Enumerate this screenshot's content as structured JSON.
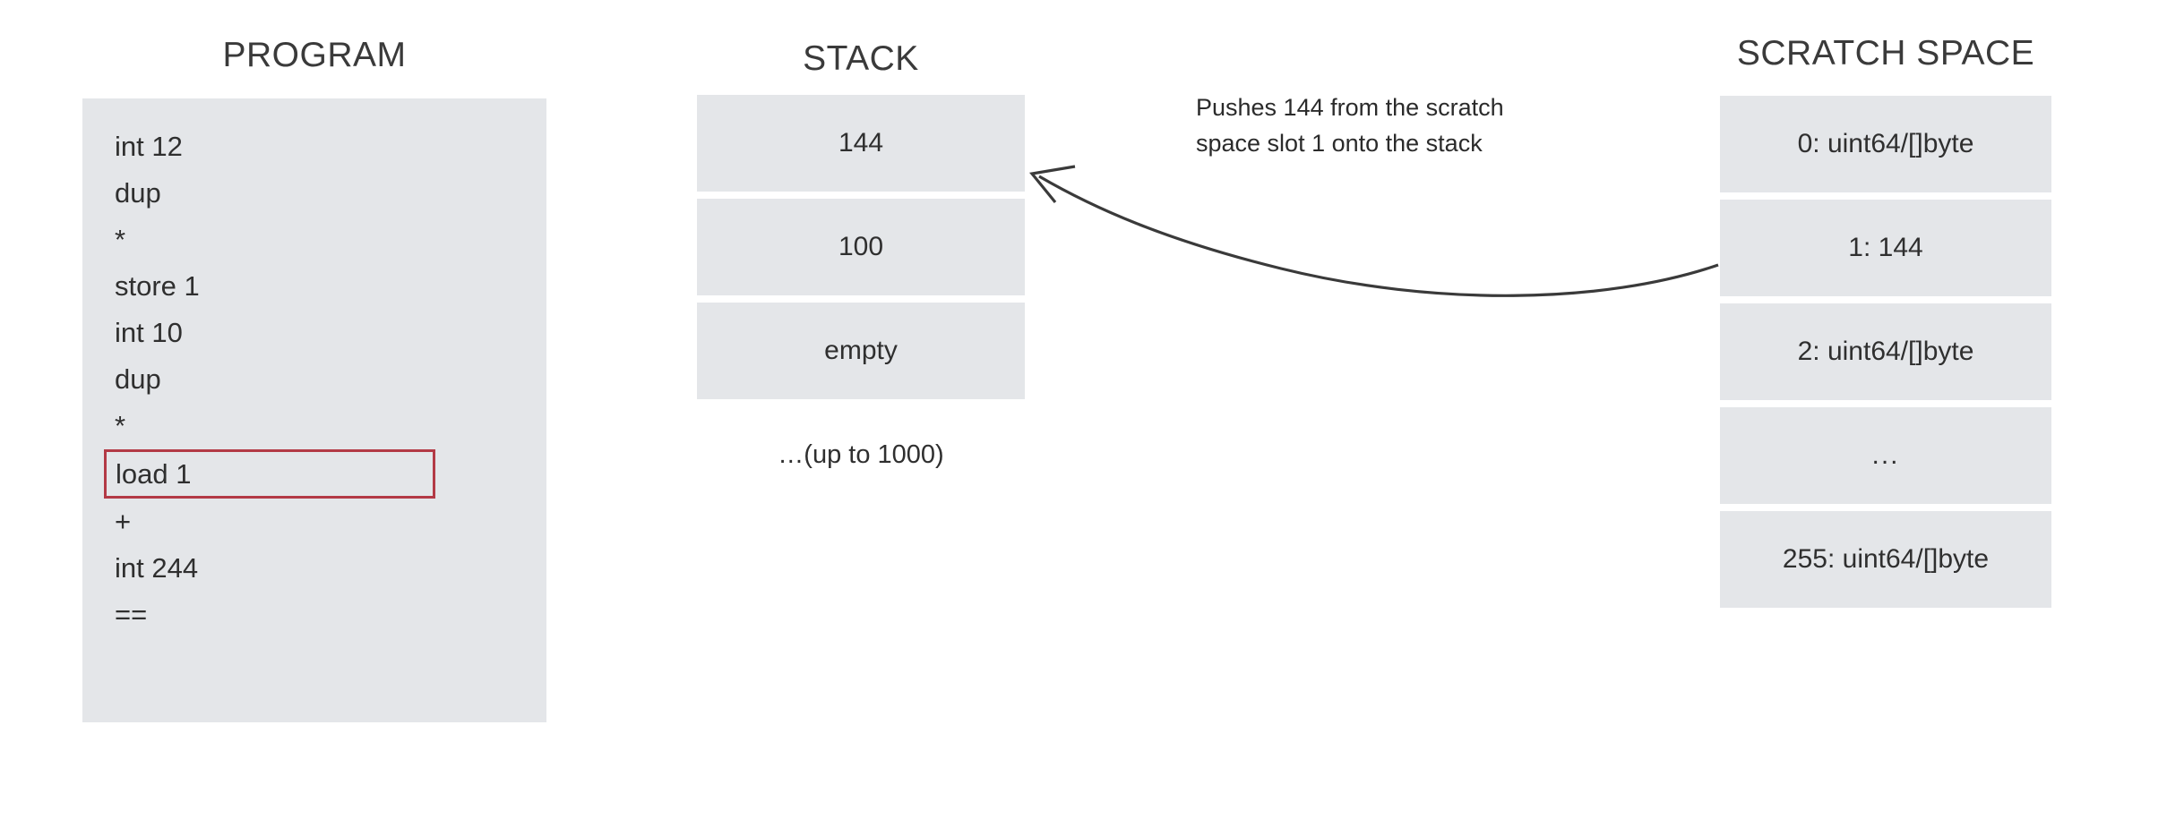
{
  "diagram": {
    "title_program": "PROGRAM",
    "title_stack": "STACK",
    "title_scratch": "SCRATCH SPACE",
    "accent_highlight_color": "#b33a46",
    "panel_fill_color": "#e4e6e9",
    "text_color": "#2f2f2f",
    "background_color": "#ffffff"
  },
  "program": {
    "lines": [
      {
        "text": "int 12",
        "highlighted": false
      },
      {
        "text": "dup",
        "highlighted": false
      },
      {
        "text": "*",
        "highlighted": false
      },
      {
        "text": "store 1",
        "highlighted": false
      },
      {
        "text": "int 10",
        "highlighted": false
      },
      {
        "text": "dup",
        "highlighted": false
      },
      {
        "text": "*",
        "highlighted": false
      },
      {
        "text": "load 1",
        "highlighted": true
      },
      {
        "text": "+",
        "highlighted": false
      },
      {
        "text": "int 244",
        "highlighted": false
      },
      {
        "text": "==",
        "highlighted": false
      }
    ]
  },
  "stack": {
    "cells": [
      {
        "value": "144"
      },
      {
        "value": "100"
      },
      {
        "value": "empty"
      }
    ],
    "more_label": "…(up to 1000)"
  },
  "scratch_space": {
    "cells": [
      {
        "value": "0: uint64/[]byte"
      },
      {
        "value": "1: 144"
      },
      {
        "value": "2: uint64/[]byte"
      },
      {
        "value": "..."
      },
      {
        "value": "255: uint64/[]byte"
      }
    ]
  },
  "annotation": {
    "line1": "Pushes 144 from the scratch",
    "line2": "space slot 1 onto the stack"
  }
}
